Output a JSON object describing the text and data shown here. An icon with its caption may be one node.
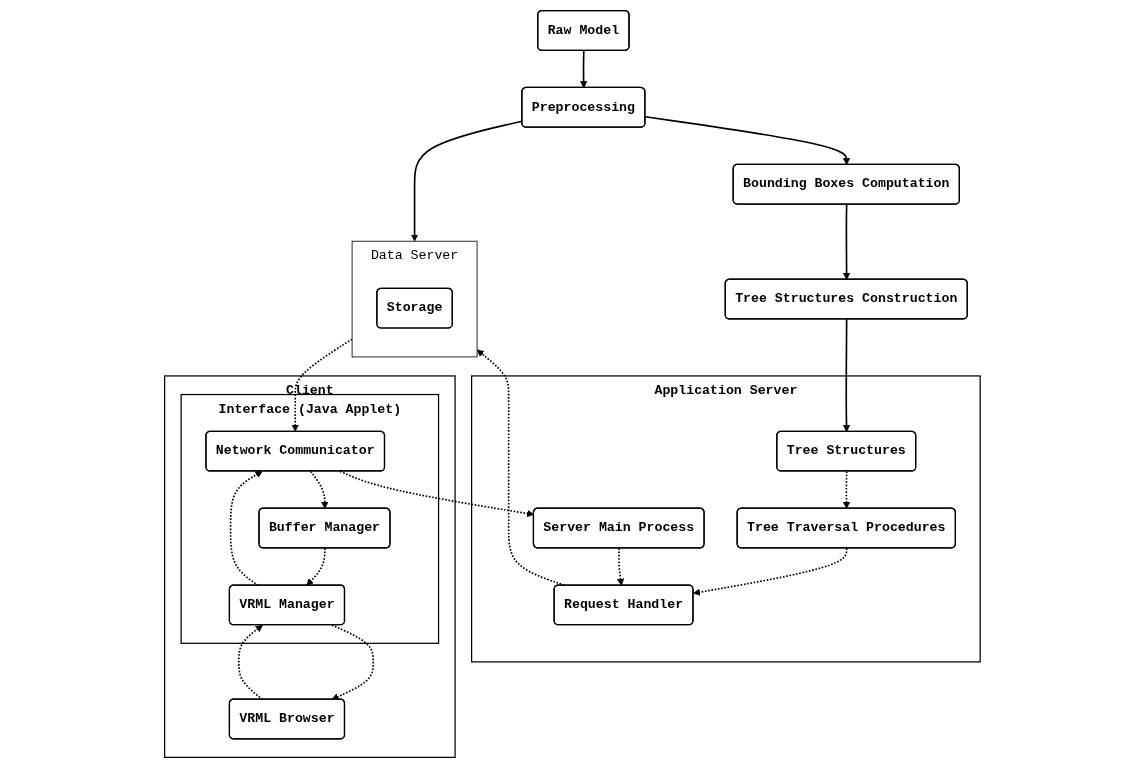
{
  "diagram": {
    "nodes": [
      {
        "text": [
          "Raw Model"
        ]
      },
      {
        "text": [
          "Preprocessing"
        ]
      },
      {
        "text": [
          "Bounding Boxes Computation"
        ]
      },
      {
        "text": [
          "Tree Structures Construction"
        ]
      },
      {
        "text": [
          "Data Server"
        ]
      },
      {
        "text": [
          "Storage"
        ],
        "in": 4
      },
      {
        "text": [
          "Application Server"
        ]
      },
      {
        "text": [
          "Tree Structures"
        ],
        "in": 6
      },
      {
        "text": [
          "Tree Traversal Procedures"
        ],
        "in": 6
      },
      {
        "text": [
          "Server Main Process"
        ],
        "in": 6
      },
      {
        "text": [
          "Request Handler"
        ],
        "in": 6
      },
      {
        "text": [
          "Client"
        ]
      },
      {
        "text": [
          "Interface (Java Applet)"
        ],
        "in": 11
      },
      {
        "text": [
          "Network Communicator"
        ],
        "in": 12
      },
      {
        "text": [
          "VRML Manager"
        ],
        "in": 12
      },
      {
        "text": [
          "Buffer Manager"
        ],
        "in": 12
      },
      {
        "text": [
          "VRML Browser"
        ],
        "in": 11
      }
    ],
    "edges": [
      {
        "from": 0,
        "to": 1,
        "arrow": "to"
      },
      {
        "from": 1,
        "to": 2,
        "arrow": "to"
      },
      {
        "from": 2,
        "to": 3,
        "arrow": "to"
      },
      {
        "from": 3,
        "to": 7,
        "arrow": "to"
      },
      {
        "from": 1,
        "to": 4,
        "arrow": "to"
      },
      {
        "from": 7,
        "to": 8,
        "arrow": "to",
        "style": "dashed"
      },
      {
        "from": 8,
        "to": 10,
        "arrow": "to",
        "style": "dashed"
      },
      {
        "from": 9,
        "to": 10,
        "arrow": "to",
        "style": "dashed"
      },
      {
        "from": 4,
        "to": 13,
        "arrow": "to",
        "style": "dashed"
      },
      {
        "from": 10,
        "to": 4,
        "arrow": "to",
        "style": "dashed"
      },
      {
        "from": 13,
        "to": 9,
        "arrow": "to",
        "style": "dashed"
      },
      {
        "from": 14,
        "to": 13,
        "arrow": "to",
        "style": "dashed"
      },
      {
        "from": 13,
        "to": 15,
        "arrow": "to",
        "style": "dashed"
      },
      {
        "from": 15,
        "to": 14,
        "arrow": "to",
        "style": "dashed"
      },
      {
        "from": 14,
        "to": 16,
        "arrow": "to",
        "style": "dashed"
      },
      {
        "from": 16,
        "to": 14,
        "arrow": "to",
        "style": "dashed"
      }
    ]
  }
}
